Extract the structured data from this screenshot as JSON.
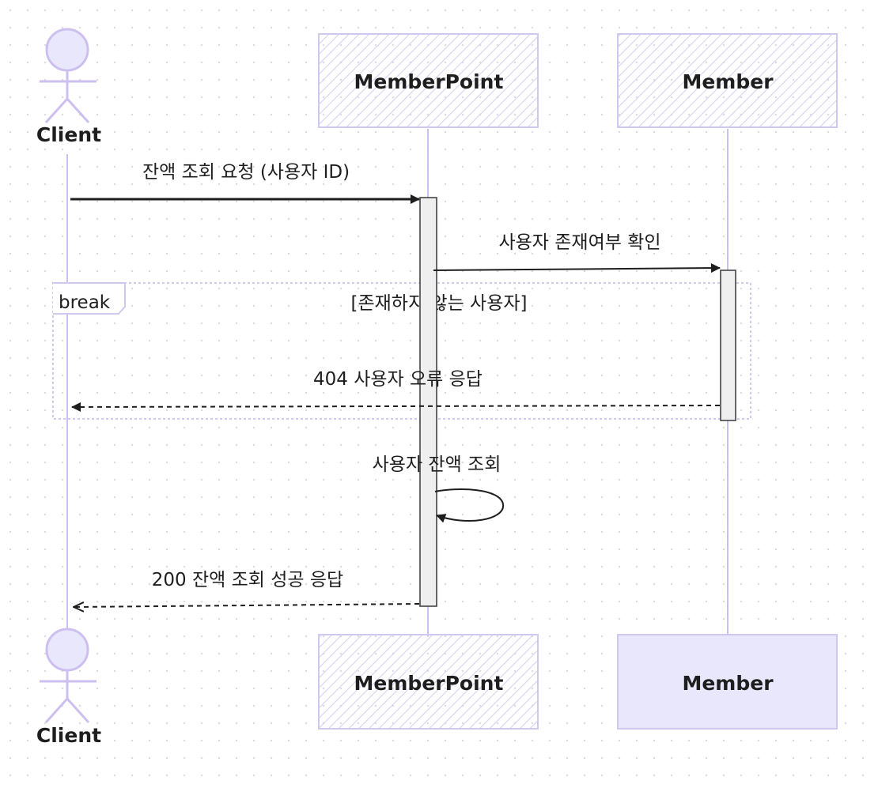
{
  "participants": {
    "client_top": "Client",
    "client_bottom": "Client",
    "memberpoint_top": "MemberPoint",
    "memberpoint_bottom": "MemberPoint",
    "member_top": "Member",
    "member_bottom": "Member"
  },
  "messages": {
    "m1": "잔액 조회 요청 (사용자 ID)",
    "m2": "사용자 존재여부 확인",
    "m3": "404 사용자 오류 응답",
    "m4": "사용자 잔액 조회",
    "m5": "200 잔액 조회 성공 응답"
  },
  "fragment": {
    "operator": "break",
    "guard": "[존재하지 않는 사용자]"
  },
  "colors": {
    "lifeline": "#cdbfef",
    "box_fill": "#e9e7fb",
    "box_stroke": "#d0c8ef",
    "activation_fill": "#efefef",
    "ink": "#1e1e1e"
  }
}
